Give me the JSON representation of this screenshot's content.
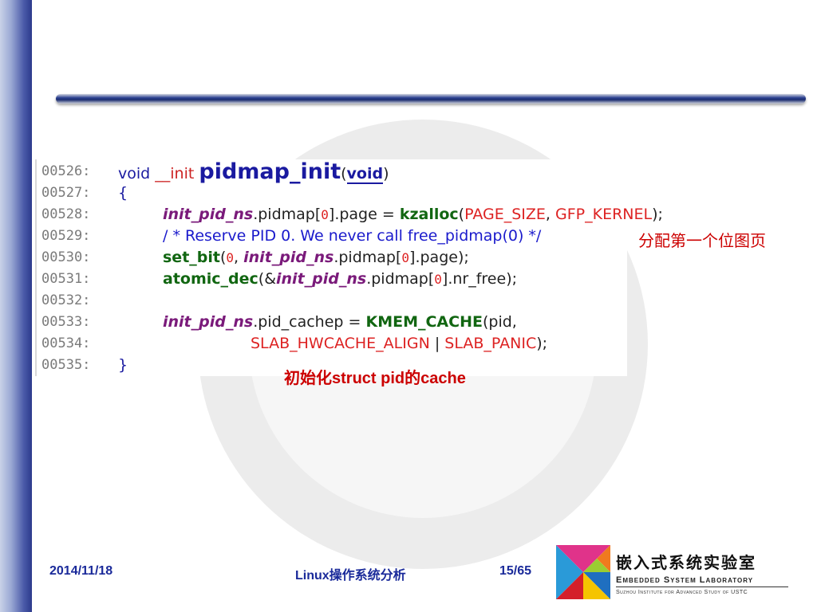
{
  "slide": {
    "colors": {
      "accent": "#2c3a8c",
      "note": "#cc0000"
    },
    "code_lines": [
      {
        "ln": "00526:",
        "kw": "void",
        "init": "__init",
        "fname": "pidmap_init",
        "p1": "(",
        "voidb": "void",
        "p2": ")"
      },
      {
        "ln": "00527:",
        "text": "{"
      },
      {
        "ln": "00528:",
        "var": "init_pid_ns",
        "a": ".pidmap[",
        "n": "0",
        "b": "].page = ",
        "fn": "kzalloc",
        "c": "(",
        "m1": "PAGE_SIZE",
        "d": ", ",
        "m2": "GFP_KERNEL",
        "e": ");"
      },
      {
        "ln": "00529:",
        "comment": "/ * Reserve PID 0. We never call free_pidmap(0) */"
      },
      {
        "ln": "00530:",
        "fn": "set_bit",
        "a": "(",
        "n": "0",
        "b": ", ",
        "var": "init_pid_ns",
        "c": ".pidmap[",
        "n2": "0",
        "d": "].page);"
      },
      {
        "ln": "00531:",
        "fn": "atomic_dec",
        "a": "(&",
        "var": "init_pid_ns",
        "b": ".pidmap[",
        "n": "0",
        "c": "].nr_free);"
      },
      {
        "ln": "00532:"
      },
      {
        "ln": "00533:",
        "var": "init_pid_ns",
        "a": ".pid_cachep = ",
        "fn": "KMEM_CACHE",
        "b": "(pid,",
        "m1": ""
      },
      {
        "ln": "00534:",
        "m1": "SLAB_HWCACHE_ALIGN",
        "a": " | ",
        "m2": "SLAB_PANIC",
        "b": ");"
      },
      {
        "ln": "00535:",
        "text": "}"
      }
    ],
    "note_bitmap": "分配第一个位图页",
    "note_cache": "初始化struct pid的cache"
  },
  "footer": {
    "date": "2014/11/18",
    "course": "Linux操作系统分析",
    "page": "15/65"
  },
  "lab": {
    "name_cn": "嵌入式系统实验室",
    "name_en": "Embedded System Laboratory",
    "sub": "Suzhou Institute for Advanced Study of USTC"
  }
}
